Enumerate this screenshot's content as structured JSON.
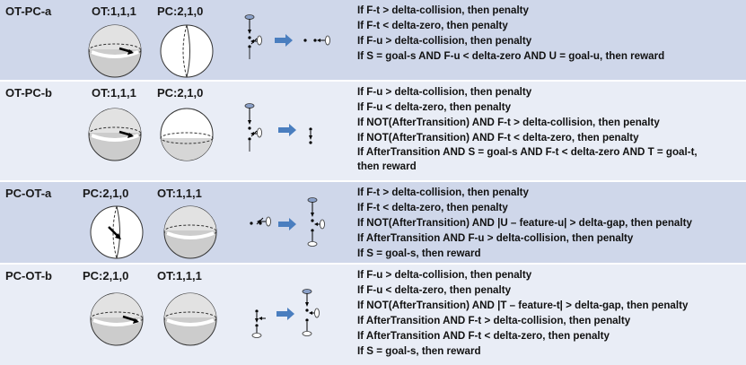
{
  "rows": [
    {
      "name": "OT-PC-a",
      "label1": "OT:1,1,1",
      "label2": "PC:2,1,0",
      "sphere1": "ot",
      "sphere2": "pc",
      "rules": [
        "If F-t > delta-collision, then penalty",
        "If F-t < delta-zero, then penalty",
        "If F-u > delta-collision, then penalty",
        "If S = goal-s AND F-u < delta-zero AND U = goal-u, then reward"
      ]
    },
    {
      "name": "OT-PC-b",
      "label1": "OT:1,1,1",
      "label2": "PC:2,1,0",
      "sphere1": "ot",
      "sphere2": "pc",
      "rules": [
        "If F-u > delta-collision, then penalty",
        "If F-u < delta-zero, then penalty",
        "If NOT(AfterTransition) AND F-t > delta-collision, then penalty",
        "If NOT(AfterTransition) AND F-t < delta-zero, then penalty",
        "If AfterTransition AND S = goal-s AND F-t < delta-zero AND T = goal-t,\nthen reward"
      ]
    },
    {
      "name": "PC-OT-a",
      "label1": "PC:2,1,0",
      "label2": "OT:1,1,1",
      "sphere1": "pc",
      "sphere2": "ot",
      "rules": [
        "If F-t > delta-collision, then penalty",
        "If F-t < delta-zero, then penalty",
        "If NOT(AfterTransition) AND |U – feature-u| > delta-gap, then penalty",
        "If AfterTransition AND F-u > delta-collision, then penalty",
        "If S = goal-s, then reward"
      ]
    },
    {
      "name": "PC-OT-b",
      "label1": "PC:2,1,0",
      "label2": "OT:1,1,1",
      "sphere1": "pc",
      "sphere2": "ot",
      "rules": [
        "If F-u > delta-collision, then penalty",
        "If F-u < delta-zero, then penalty",
        "If NOT(AfterTransition) AND |T – feature-t| > delta-gap, then penalty",
        "If AfterTransition AND F-t > delta-collision, then penalty",
        "If AfterTransition AND F-t < delta-zero, then penalty",
        "If S = goal-s, then reward"
      ]
    }
  ],
  "colors": {
    "row_shaded": "#cfd7ea",
    "row_light": "#e9edf6",
    "arrow_blue": "#4a7ebf",
    "sphere_gray": "#c8c8c8"
  }
}
